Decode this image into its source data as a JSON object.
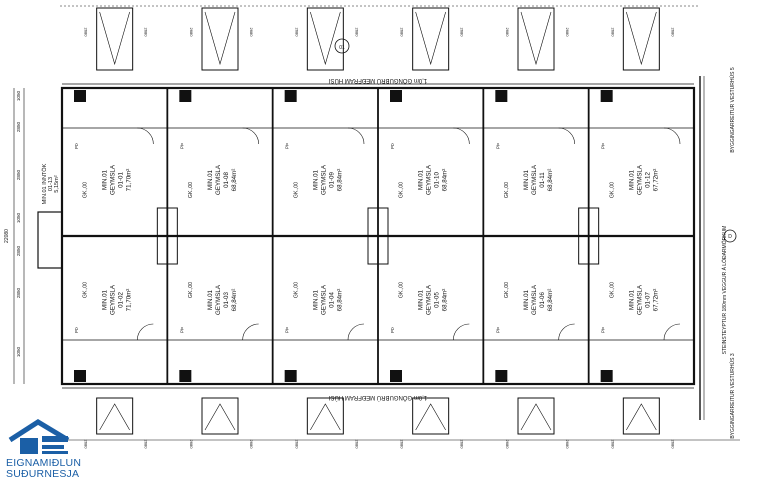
{
  "corridor_label": "1,0m GÖNGUBRÚ MEÐFRAM HÚSI",
  "marker_top": "01",
  "top_dims": [
    "2680",
    "2680",
    "2680",
    "2680",
    "2680",
    "2680"
  ],
  "left_dims": [
    "1050",
    "2850",
    "2850",
    "1050",
    "2850",
    "2850",
    "1050"
  ],
  "left_total": "22080",
  "left_room": {
    "line1": "MIN.01 INNTÖK",
    "line2": "01-13",
    "line3": "5,15m²"
  },
  "room_type": "GEYMSLA",
  "room_prefix": "MIN.01",
  "gk_label": "GK.,00",
  "door_tag": "PÞ",
  "rooms_top": [
    {
      "id": "01-01",
      "area": "71,70m²"
    },
    {
      "id": "01-08",
      "area": "68,84m²"
    },
    {
      "id": "01-09",
      "area": "68,84m²"
    },
    {
      "id": "01-10",
      "area": "68,84m²"
    },
    {
      "id": "01-11",
      "area": "68,84m²"
    },
    {
      "id": "01-12",
      "area": "67,72m²"
    }
  ],
  "rooms_bottom": [
    {
      "id": "01-02",
      "area": "71,70m²"
    },
    {
      "id": "01-03",
      "area": "68,84m²"
    },
    {
      "id": "01-04",
      "area": "68,84m²"
    },
    {
      "id": "01-05",
      "area": "68,84m²"
    },
    {
      "id": "01-06",
      "area": "68,84m²"
    },
    {
      "id": "01-07",
      "area": "67,72m²"
    }
  ],
  "right_notes": {
    "top": "BYGGINGARREITUR VESTURHÚS 5",
    "middle": "STEINSTEYPTUR 180mm VEGGUR Á LÓÐARMÖRKUM",
    "bottom": "BYGGINGARREITUR VESTURHÚS 3"
  },
  "grid_marker_right": "D",
  "logo": {
    "line1": "EIGNAMIÐLUN",
    "line2": "SUÐURNESJA"
  },
  "colors": {
    "logo": "#1b5fa6",
    "lines": "#111111"
  }
}
